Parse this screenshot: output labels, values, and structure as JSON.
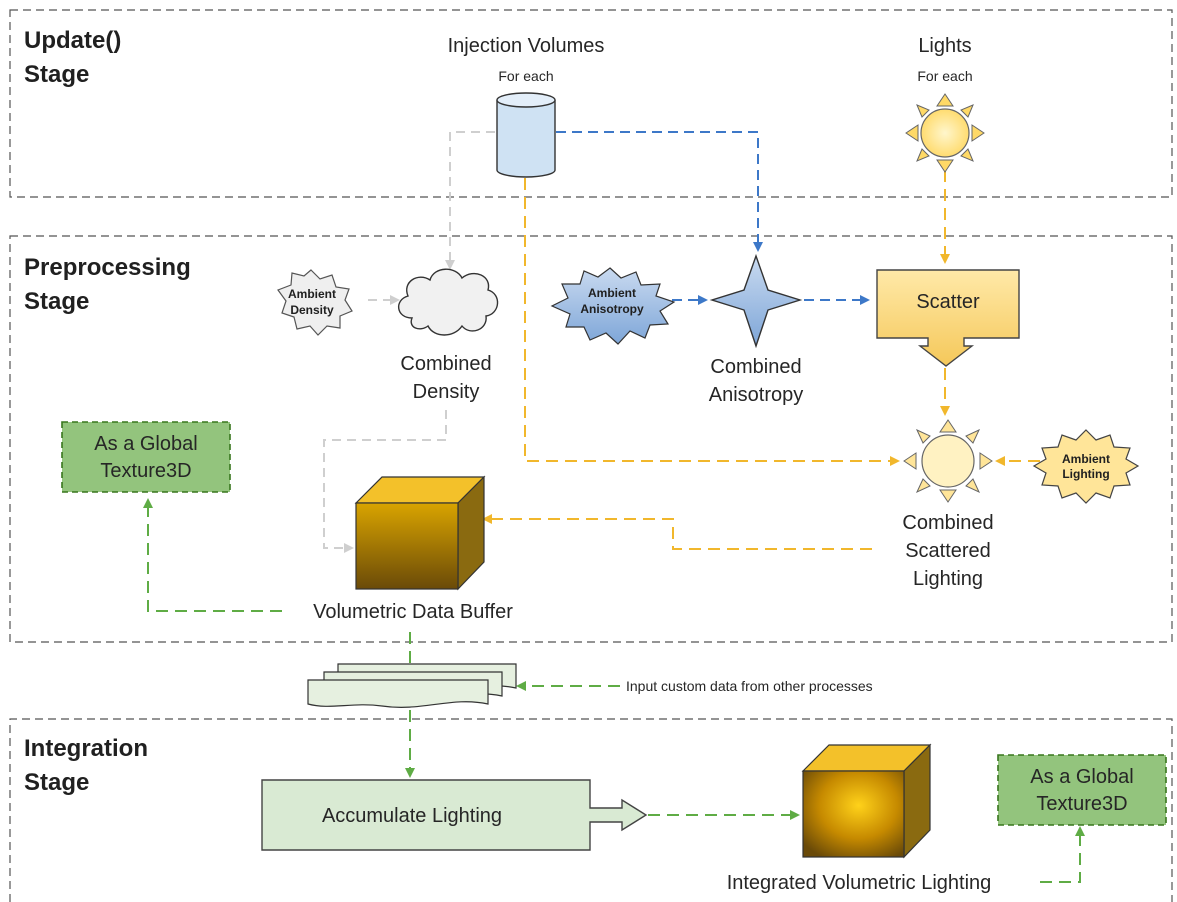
{
  "stages": {
    "update": {
      "line1": "Update()",
      "line2": "Stage"
    },
    "preprocessing": {
      "line1": "Preprocessing",
      "line2": "Stage"
    },
    "integration": {
      "line1": "Integration",
      "line2": "Stage"
    }
  },
  "nodes": {
    "injection_volumes": {
      "title": "Injection Volumes",
      "sub": "For each"
    },
    "lights": {
      "title": "Lights",
      "sub": "For each"
    },
    "ambient_density": {
      "line1": "Ambient",
      "line2": "Density"
    },
    "combined_density": {
      "line1": "Combined",
      "line2": "Density"
    },
    "ambient_anisotropy": {
      "line1": "Ambient",
      "line2": "Anisotropy"
    },
    "combined_anisotropy": {
      "line1": "Combined",
      "line2": "Anisotropy"
    },
    "scatter": {
      "label": "Scatter"
    },
    "ambient_lighting": {
      "line1": "Ambient",
      "line2": "Lighting"
    },
    "combined_scattered": {
      "line1": "Combined",
      "line2": "Scattered",
      "line3": "Lighting"
    },
    "global_texture_top": {
      "line1": "As a Global",
      "line2": "Texture3D"
    },
    "volumetric_buffer": {
      "label": "Volumetric Data Buffer"
    },
    "custom_input": {
      "label": "Input custom data from other processes"
    },
    "accumulate": {
      "label": "Accumulate Lighting"
    },
    "integrated": {
      "label": "Integrated Volumetric Lighting"
    },
    "global_texture_bottom": {
      "line1": "As a Global",
      "line2": "Texture3D"
    }
  },
  "colors": {
    "flow_gray": "#cfcfcf",
    "flow_blue": "#3d78c8",
    "flow_yellow": "#f1b72c",
    "flow_green": "#5fac45",
    "green_box": "#93c47d",
    "pale_green": "#d9ead3",
    "sun_yellow": "#ffe599",
    "cylinder_blue": "#cfe2f3"
  }
}
